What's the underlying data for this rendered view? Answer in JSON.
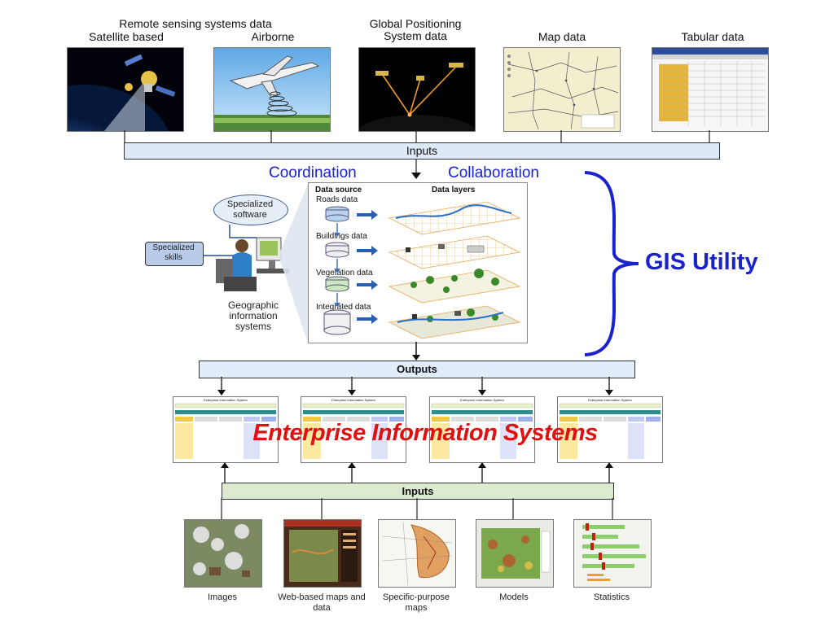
{
  "top_sources": {
    "remote_sensing_title": "Remote sensing systems data",
    "satellite_label": "Satellite based",
    "airborne_label": "Airborne",
    "gps_label": "Global Positioning System data",
    "map_label": "Map data",
    "tabular_label": "Tabular data"
  },
  "inputs_top_label": "Inputs",
  "coordination_label": "Coordination",
  "collaboration_label": "Collaboration",
  "gis_utility_label": "GIS Utility",
  "gis_panel": {
    "specialized_software": "Specialized software",
    "specialized_skills": "Specialized skills",
    "gis_caption": "Geographic information systems",
    "data_source_header": "Data source",
    "data_layers_header": "Data layers",
    "rows": [
      {
        "label": "Roads data"
      },
      {
        "label": "Buildings data"
      },
      {
        "label": "Vegetation data"
      },
      {
        "label": "Integrated data"
      }
    ]
  },
  "outputs_label": "Outputs",
  "eis_label": "Enterprise Information Systems",
  "eis_panels": [
    {
      "title": "Enterprise Information System"
    },
    {
      "title": "Enterprise Information System"
    },
    {
      "title": "Enterprise Information System"
    },
    {
      "title": "Enterprise Information System"
    }
  ],
  "inputs_bottom_label": "Inputs",
  "bottom_items": [
    {
      "label": "Images"
    },
    {
      "label": "Web-based maps and data"
    },
    {
      "label": "Specific-purpose maps"
    },
    {
      "label": "Models"
    },
    {
      "label": "Statistics"
    }
  ],
  "colors": {
    "accent_blue": "#1a22cc",
    "eis_red": "#e01010",
    "inputs_bar": "#dde9f6",
    "outputs_bar": "#e0ecf8",
    "inputs_bottom_bar": "#dcebd0"
  }
}
